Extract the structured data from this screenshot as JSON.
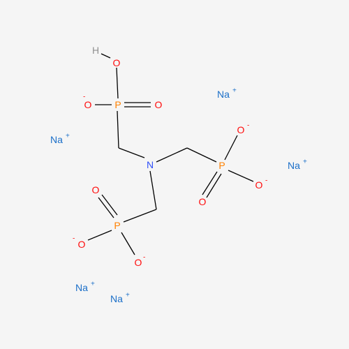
{
  "molecule": {
    "colors": {
      "background": "#f5f5f5",
      "bond": "#000000",
      "O": "#ff0d0d",
      "P": "#ff8000",
      "N": "#3050f8",
      "Na": "#1b6fc8",
      "H": "#909090"
    },
    "labels": {
      "hydrogen": "H",
      "oxygen": "O",
      "phosphorus": "P",
      "nitrogen": "N",
      "sodium": "Na"
    },
    "charges": {
      "negative": "-",
      "positive": "+"
    },
    "sodium_ion_count": 5,
    "phosphonate_group_count": 3
  }
}
